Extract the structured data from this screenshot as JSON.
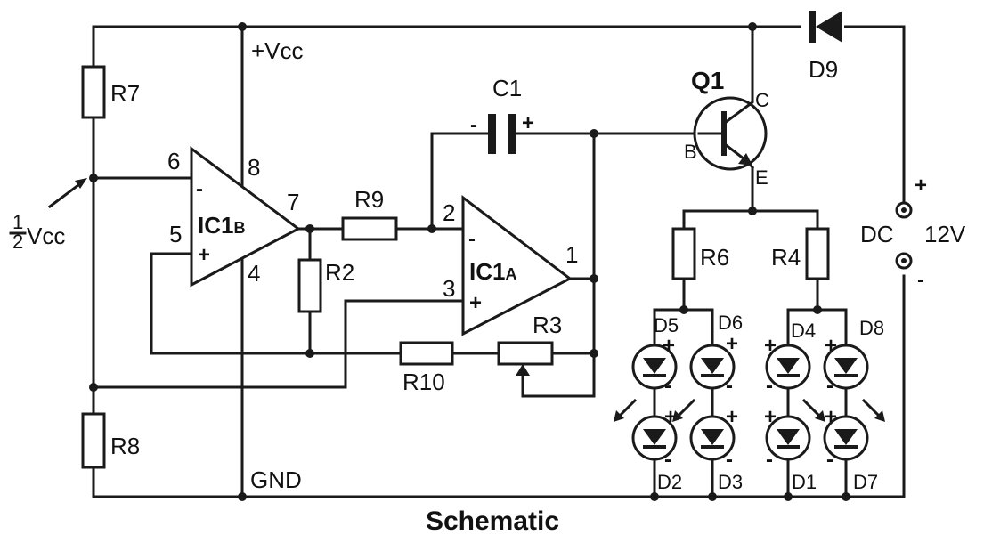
{
  "title": "Schematic",
  "rails": {
    "vcc": "+Vcc",
    "gnd": "GND",
    "half_vcc": "Vcc",
    "half_num": "1",
    "half_den": "2"
  },
  "opamp_b": {
    "label_main": "IC1",
    "label_sub": "B",
    "pin_inv": "6",
    "pin_noninv": "5",
    "pin_out": "7",
    "pin_vcc": "8",
    "pin_gnd": "4",
    "minus": "-",
    "plus": "+"
  },
  "opamp_a": {
    "label_main": "IC1",
    "label_sub": "A",
    "pin_inv": "2",
    "pin_noninv": "3",
    "pin_out": "1",
    "minus": "-",
    "plus": "+"
  },
  "resistors": {
    "r7": "R7",
    "r8": "R8",
    "r2": "R2",
    "r9": "R9",
    "r10": "R10",
    "r3": "R3",
    "r6": "R6",
    "r4": "R4"
  },
  "capacitor": {
    "name": "C1",
    "minus": "-",
    "plus": "+"
  },
  "transistor": {
    "name": "Q1",
    "c": "C",
    "b": "B",
    "e": "E"
  },
  "diode_d9": "D9",
  "supply": {
    "dc": "DC",
    "volt": "12V",
    "plus": "+",
    "minus": "-"
  },
  "leds": {
    "d5": "D5",
    "d6": "D6",
    "d4": "D4",
    "d8": "D8",
    "d2": "D2",
    "d3": "D3",
    "d1": "D1",
    "d7": "D7",
    "plus": "+",
    "minus": "-"
  }
}
